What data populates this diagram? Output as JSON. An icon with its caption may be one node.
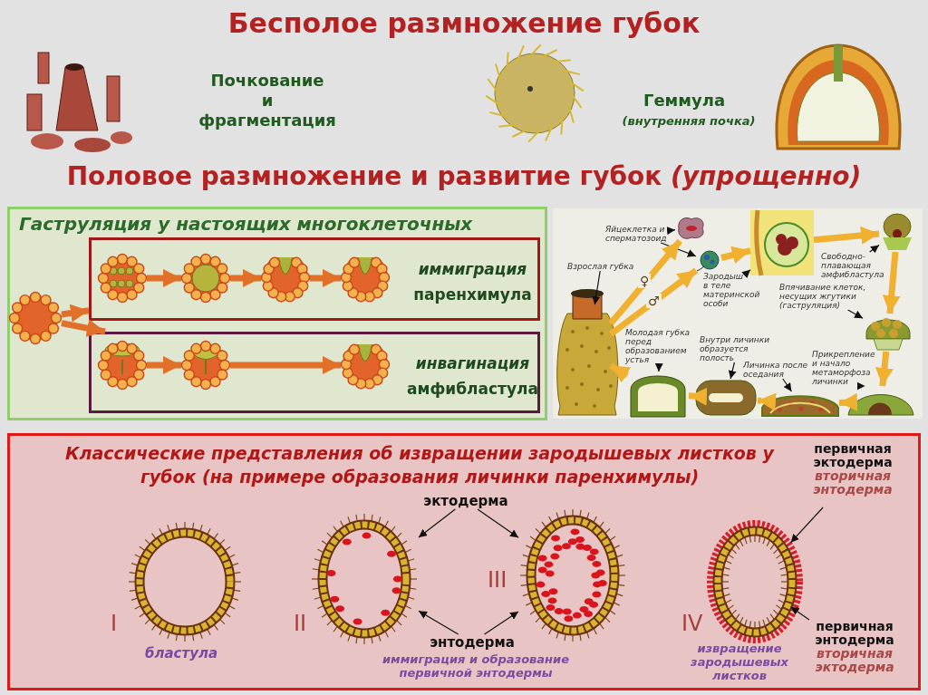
{
  "diagram": {
    "title": "Бесполое размножение губок",
    "nodes": [
      {
        "text": [
          "Гаструляция у настоящих многоклеточных"
        ]
      },
      {
        "text": [],
        "shape": "picture",
        "in": 0
      },
      {
        "text": [
          "иммиграция",
          "паренхимула"
        ],
        "in": 0
      },
      {
        "text": [],
        "shape": "picture",
        "in": 2
      },
      {
        "text": [],
        "shape": "picture",
        "in": 2
      },
      {
        "text": [],
        "shape": "picture",
        "in": 2
      },
      {
        "text": [],
        "shape": "picture",
        "in": 2
      },
      {
        "text": [
          "инвагинация",
          "амфибластула"
        ],
        "in": 0
      },
      {
        "text": [],
        "shape": "picture",
        "in": 7
      },
      {
        "text": [],
        "shape": "picture",
        "in": 7
      },
      {
        "text": [],
        "shape": "picture",
        "in": 7
      },
      {
        "text": [
          "Яйцеклетка и сперматозоид"
        ]
      },
      {
        "text": [],
        "shape": "picture"
      },
      {
        "text": [],
        "shape": "picture"
      },
      {
        "text": [
          "Взрослая губка"
        ]
      },
      {
        "text": [],
        "shape": "picture"
      },
      {
        "text": [
          "Зародыш в теле материнской особи"
        ]
      },
      {
        "text": [],
        "shape": "picture"
      },
      {
        "text": [
          "Свободно-плавающая амфибластула"
        ]
      },
      {
        "text": [],
        "shape": "picture"
      },
      {
        "text": [
          "Впячивание клеток, несущих жгутики (гаструляция)"
        ]
      },
      {
        "text": [],
        "shape": "picture"
      },
      {
        "text": [
          "Молодая губка перед образованием устья"
        ]
      },
      {
        "text": [],
        "shape": "picture"
      },
      {
        "text": [
          "Внутри личинки образуется полость"
        ]
      },
      {
        "text": [],
        "shape": "picture"
      },
      {
        "text": [
          "Личинка после оседания"
        ]
      },
      {
        "text": [],
        "shape": "picture"
      },
      {
        "text": [
          "Прикрепление и начало метаморфоза личинки"
        ]
      },
      {
        "text": [],
        "shape": "picture"
      },
      {
        "text": [
          "Классические представления об извращении зародышевых листков у губок (на примере образования личинки паренхимулы)"
        ]
      },
      {
        "text": [
          "эктодерма"
        ],
        "in": 30
      },
      {
        "text": [],
        "shape": "picture",
        "in": 30,
        "beside": [
          "I",
          "бластула"
        ]
      },
      {
        "text": [],
        "shape": "picture",
        "in": 30,
        "beside": [
          "II"
        ]
      },
      {
        "text": [],
        "shape": "picture",
        "in": 30,
        "beside": [
          "III"
        ]
      },
      {
        "text": [],
        "shape": "picture",
        "in": 30,
        "beside": [
          "IV",
          "извращение зародышевых листков"
        ]
      },
      {
        "text": [
          "энтодерма"
        ],
        "in": 30
      },
      {
        "text": [
          "первичная эктодерма",
          "вторичная энтодерма"
        ],
        "in": 30
      },
      {
        "text": [
          "первичная энтодерма",
          "вторичная эктодерма"
        ],
        "in": 30
      }
    ],
    "edges": [
      {
        "from": 1,
        "to": 2,
        "arrow": "to",
        "color": "#e0702a"
      },
      {
        "from": 3,
        "to": 4,
        "arrow": "to",
        "color": "#e0702a"
      },
      {
        "from": 4,
        "to": 5,
        "arrow": "to",
        "color": "#e0702a"
      },
      {
        "from": 5,
        "to": 6,
        "arrow": "to",
        "color": "#e0702a"
      },
      {
        "from": 1,
        "to": 7,
        "arrow": "to",
        "color": "#e0702a"
      },
      {
        "from": 8,
        "to": 9,
        "arrow": "to",
        "color": "#e0702a"
      },
      {
        "from": 9,
        "to": 10,
        "arrow": "to",
        "color": "#e0702a"
      },
      {
        "from": 11,
        "to": 12,
        "arrow": "to"
      },
      {
        "from": 11,
        "to": 13,
        "arrow": "to"
      },
      {
        "from": 14,
        "to": 15,
        "arrow": "to"
      },
      {
        "from": 16,
        "to": 17,
        "arrow": "to"
      },
      {
        "from": 18,
        "to": 19,
        "arrow": "to"
      },
      {
        "from": 20,
        "to": 21,
        "arrow": "to"
      },
      {
        "from": 22,
        "to": 23,
        "arrow": "to"
      },
      {
        "from": 24,
        "to": 25,
        "arrow": "to"
      },
      {
        "from": 26,
        "to": 27,
        "arrow": "to"
      },
      {
        "from": 28,
        "to": 29,
        "arrow": "to"
      },
      {
        "from": 15,
        "to": 12,
        "arrow": "to",
        "label": "♀",
        "color": "#f0b030"
      },
      {
        "from": 15,
        "to": 13,
        "arrow": "to",
        "label": "♂",
        "color": "#f0b030"
      },
      {
        "from": 13,
        "to": 17,
        "arrow": "to",
        "color": "#f0b030"
      },
      {
        "from": 17,
        "to": 19,
        "arrow": "to",
        "color": "#f0b030"
      },
      {
        "from": 19,
        "to": 21,
        "arrow": "to",
        "color": "#f0b030"
      },
      {
        "from": 21,
        "to": 29,
        "arrow": "to",
        "color": "#f0b030"
      },
      {
        "from": 29,
        "to": 27,
        "arrow": "to",
        "color": "#f0b030"
      },
      {
        "from": 27,
        "to": 25,
        "arrow": "to",
        "color": "#f0b030"
      },
      {
        "from": 25,
        "to": 23,
        "arrow": "to",
        "color": "#f0b030"
      },
      {
        "from": 23,
        "to": 15,
        "arrow": "to",
        "color": "#f0b030"
      },
      {
        "from": 31,
        "to": 33,
        "arrow": "to"
      },
      {
        "from": 31,
        "to": 34,
        "arrow": "to"
      },
      {
        "from": 36,
        "to": 33,
        "arrow": "to"
      },
      {
        "from": 36,
        "to": 34,
        "arrow": "to"
      },
      {
        "from": 37,
        "to": 35,
        "arrow": "to"
      },
      {
        "from": 38,
        "to": 35,
        "arrow": "to"
      }
    ],
    "labels": [
      "Почкование и фрагментация",
      "Геммула",
      "(внутренняя почка)",
      "Половое размножение и развитие губок *(упрощенно)*",
      "иммиграция и образование первичной энтодермы"
    ]
  }
}
